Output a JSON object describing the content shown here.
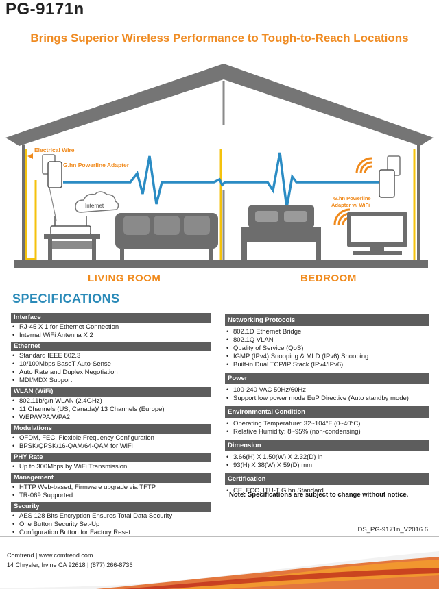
{
  "header": {
    "model": "PG-9171n",
    "headline": "Brings Superior Wireless Performance to Tough-to-Reach Locations"
  },
  "scene": {
    "electrical_wire_label": "Electrical Wire",
    "adapter_label": "G.hn Powerline Adapter",
    "internet_label": "Internet",
    "adapter_wifi_label_line1": "G.hn Powerline",
    "adapter_wifi_label_line2": "Adapter w/ WiFi",
    "living_room": "LIVING ROOM",
    "bedroom": "BEDROOM",
    "colors": {
      "accent": "#f08a1c",
      "blue": "#2b8cc4",
      "gray": "#6d6d6d",
      "yellow": "#f4c20d"
    }
  },
  "specs": {
    "title": "SPECIFICATIONS",
    "left": [
      {
        "title": "Interface",
        "items": [
          "RJ-45 X 1 for Ethernet Connection",
          "Internal WiFi Antenna X 2"
        ]
      },
      {
        "title": "Ethernet",
        "items": [
          "Standard IEEE 802.3",
          "10/100Mbps BaseT Auto-Sense",
          "Auto Rate and Duplex Negotiation",
          "MDI/MDX Support"
        ]
      },
      {
        "title": "WLAN (WiFi)",
        "items": [
          "802.11b/g/n WLAN (2.4GHz)",
          "11 Channels (US, Canada)/ 13 Channels (Europe)",
          "WEP/WPA/WPA2"
        ]
      },
      {
        "title": "Modulations",
        "items": [
          "OFDM, FEC, Flexible Frequency Configuration",
          "BPSK/QPSK/16-QAM/64-QAM for WiFi"
        ]
      },
      {
        "title": "PHY Rate",
        "items": [
          "Up to 300Mbps by WiFi Transmission"
        ]
      },
      {
        "title": "Management",
        "items": [
          "HTTP Web-based; Firmware upgrade via TFTP",
          "TR-069 Supported"
        ]
      },
      {
        "title": "Security",
        "items": [
          "AES 128 Bits Encryption Ensures Total Data Security",
          "One Button Security Set-Up",
          "Configuration Button for Factory Reset"
        ]
      }
    ],
    "right": [
      {
        "title": "Networking Protocols",
        "items": [
          "802.1D Ethernet Bridge",
          "802.1Q VLAN",
          "Quality of Service (QoS)",
          "IGMP (IPv4) Snooping & MLD (IPv6) Snooping",
          "Built-in Dual TCP/IP Stack (IPv4/IPv6)"
        ]
      },
      {
        "title": "Power",
        "items": [
          "100-240 VAC 50Hz/60Hz",
          "Support low power mode EuP Directive (Auto standby mode)"
        ]
      },
      {
        "title": "Environmental Condition",
        "items": [
          "Operating Temperature: 32~104°F (0~40°C)",
          "Relative Humidity: 8~95% (non-condensing)"
        ]
      },
      {
        "title": "Dimension",
        "items": [
          "3.66(H) X 1.50(W) X 2.32(D) in",
          "93(H) X 38(W) X 59(D) mm"
        ]
      },
      {
        "title": "Certification",
        "items": [
          "CE, FCC, ITU-T G.hn Standard"
        ]
      }
    ],
    "note": "Note: Specifications are subject to change without notice."
  },
  "footer": {
    "doc_id": "DS_PG-9171n_V2016.6",
    "company_line": "Comtrend | www.comtrend.com",
    "address_line": "14 Chrysler, Irvine CA 92618 | (877) 266-8736"
  }
}
